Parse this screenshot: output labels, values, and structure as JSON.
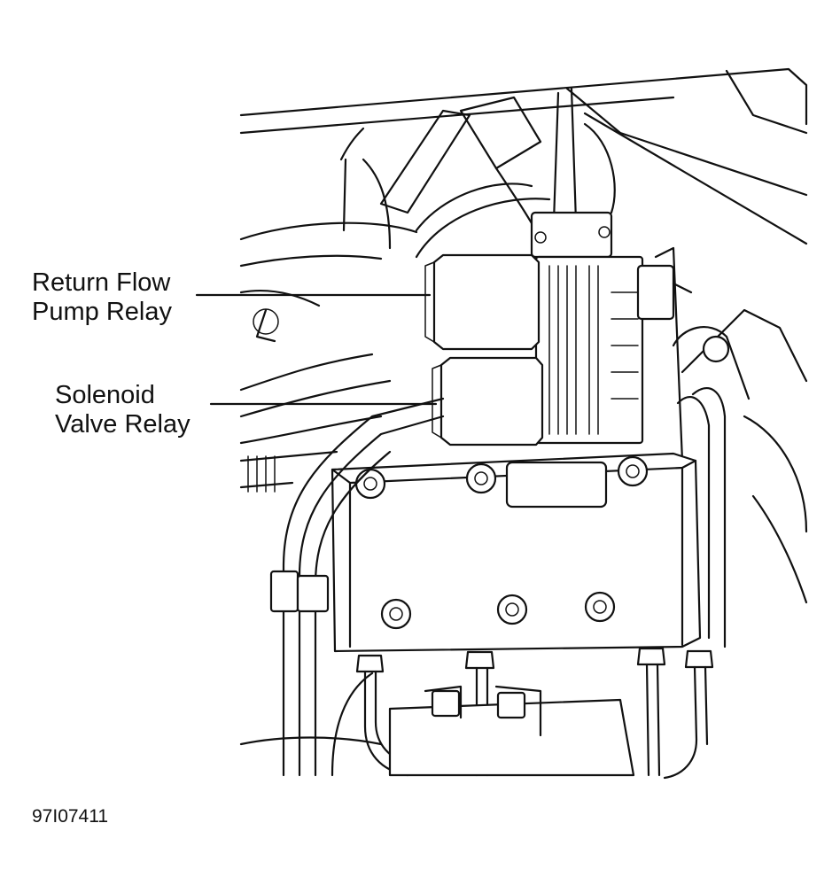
{
  "diagram": {
    "callouts": [
      {
        "id": "return-flow",
        "lines": [
          "Return Flow",
          "Pump Relay"
        ]
      },
      {
        "id": "solenoid",
        "lines": [
          "Solenoid",
          "Valve Relay"
        ]
      }
    ],
    "figure_id": "97I07411"
  }
}
